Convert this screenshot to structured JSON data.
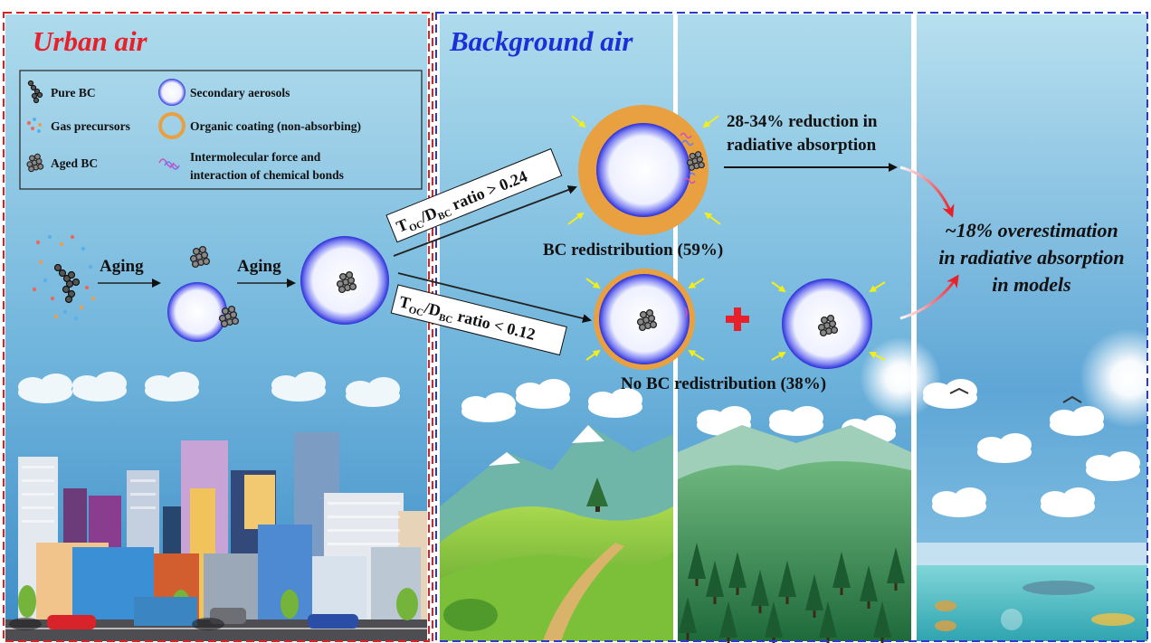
{
  "panels": {
    "urban_title": "Urban air",
    "background_title": "Background air"
  },
  "legend": {
    "pure_bc": "Pure BC",
    "gas_precursors": "Gas precursors",
    "aged_bc": "Aged BC",
    "secondary_aerosols": "Secondary aerosols",
    "organic_coating": "Organic coating (non-absorbing)",
    "intermolecular_line1": "Intermolecular force and",
    "intermolecular_line2": "interaction of chemical bonds"
  },
  "process": {
    "aging_1": "Aging",
    "aging_2": "Aging"
  },
  "ratio_upper": {
    "t": "T",
    "t_sub": "OC",
    "slash_d": "/D",
    "d_sub": "BC",
    "rest": " ratio > 0.24"
  },
  "ratio_lower": {
    "t": "T",
    "t_sub": "OC",
    "slash_d": "/D",
    "d_sub": "BC",
    "rest": " ratio < 0.12"
  },
  "outcomes": {
    "bc_redistribution": "BC redistribution (59%)",
    "no_bc_redistribution": "No BC redistribution (38%)",
    "reduction_line1": "28-34% reduction in",
    "reduction_line2": "radiative absorption",
    "overestimation_line1": "~18% overestimation",
    "overestimation_line2": "in radiative absorption",
    "overestimation_line3": "in models"
  },
  "colors": {
    "urban_title": "#e8202a",
    "background_title": "#1d2fd6",
    "urban_border": "#e02020",
    "background_border": "#2a3ad0",
    "organic_coating": "#e8a040",
    "sky_top": "#a9d6e9",
    "sky_bottom": "#3d8cc6",
    "arrow_red": "#e8202a",
    "arrow_yellow": "#f2ee1a"
  }
}
